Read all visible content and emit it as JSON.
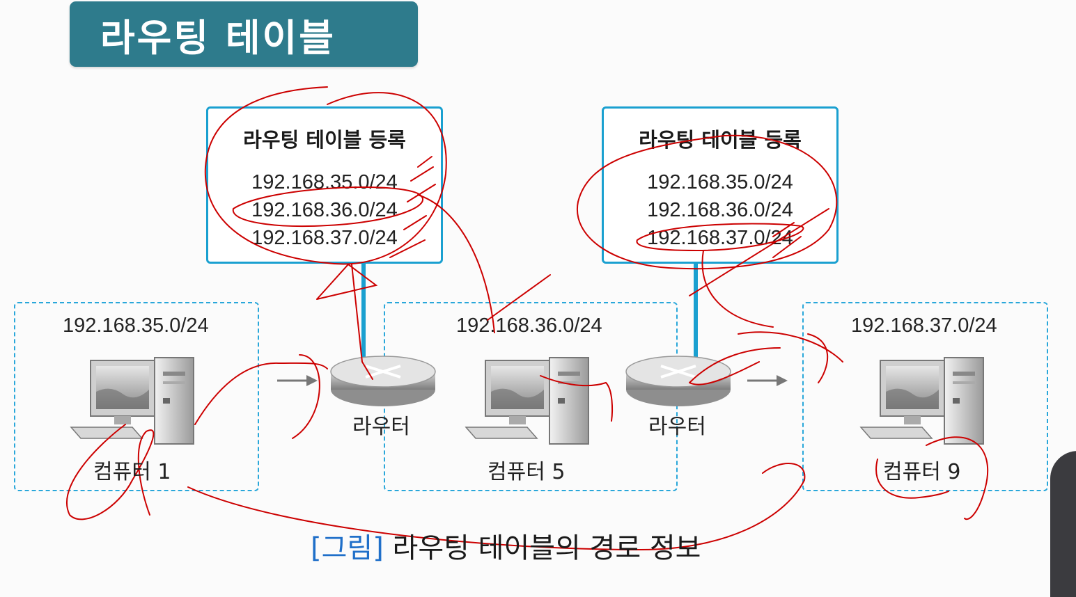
{
  "title": "라우팅 테이블",
  "routing_tables": [
    {
      "title": "라우팅 테이블 등록",
      "entries": [
        "192.168.35.0/24",
        "192.168.36.0/24",
        "192.168.37.0/24"
      ]
    },
    {
      "title": "라우팅 테이블 등록",
      "entries": [
        "192.168.35.0/24",
        "192.168.36.0/24",
        "192.168.37.0/24"
      ]
    }
  ],
  "networks": [
    {
      "address": "192.168.35.0/24",
      "computer": "컴퓨터 1"
    },
    {
      "address": "192.168.36.0/24",
      "computer": "컴퓨터 5"
    },
    {
      "address": "192.168.37.0/24",
      "computer": "컴퓨터 9"
    }
  ],
  "routers": [
    {
      "label": "라우터"
    },
    {
      "label": "라우터"
    }
  ],
  "caption": {
    "bracket": "[그림]",
    "text": "라우팅 테이블의 경로 정보"
  },
  "colors": {
    "banner": "#2e7b8c",
    "box_border": "#1aa0d0",
    "dashed_border": "#29a7da",
    "annotation": "#cc0000",
    "caption_bracket": "#1f6fc9"
  },
  "icons": [
    "computer-icon",
    "router-icon",
    "arrow-right-icon"
  ]
}
